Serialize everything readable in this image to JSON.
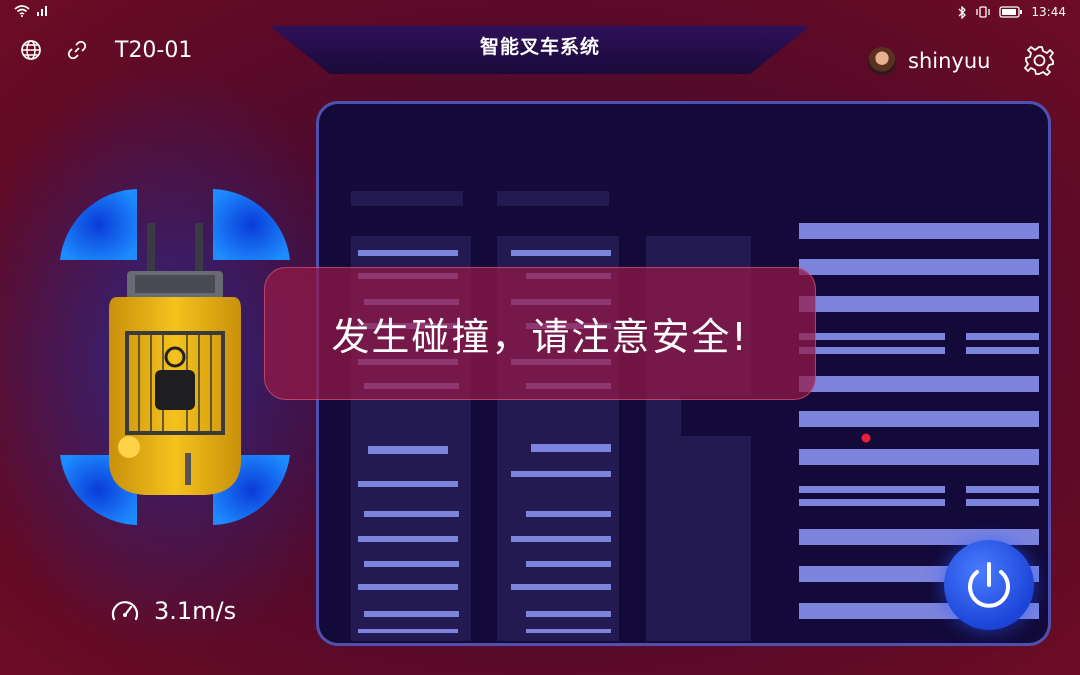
{
  "status_bar": {
    "time": "13:44"
  },
  "header": {
    "title": "智能叉车系统",
    "device_id": "T20-01",
    "user_name": "shinyuu"
  },
  "alert": {
    "message": "发生碰撞，请注意安全!"
  },
  "speed": {
    "value": "3.1m/s"
  },
  "colors": {
    "accent_blue": "#1c6cf0",
    "alert_bg": "#961946",
    "map_bg": "#130a3a",
    "shelf": "#6f78d8",
    "marker_red": "#e8203a"
  },
  "icons": {
    "status": [
      "wifi-icon",
      "signal-icon",
      "bluetooth-icon",
      "vibrate-icon",
      "battery-icon"
    ],
    "header": [
      "globe-icon",
      "link-icon",
      "settings-gear-icon"
    ],
    "controls": [
      "speedometer-icon",
      "power-icon"
    ]
  }
}
